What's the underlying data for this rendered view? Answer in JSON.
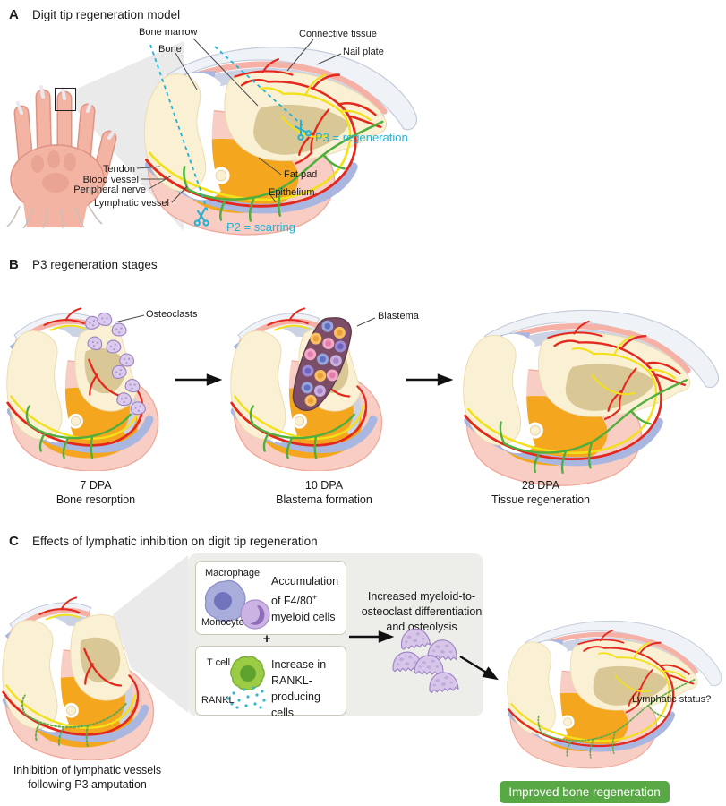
{
  "colors": {
    "cyan": "#1FB3D8",
    "red": "#E4281D",
    "yellow": "#F2E01A",
    "lymph_green": "#4FAE3E",
    "fat_pad_orange": "#F4A71E",
    "bone_cream": "#FAF0D3",
    "badge_green": "#58A846",
    "blastema_plum": "#7C4D66",
    "osteoclast_lavender": "#D9C9EC"
  },
  "icons": [
    "scissors-icon",
    "arrow-right-icon",
    "arrow-diagonal-icon",
    "magnifier-box"
  ],
  "panels": {
    "a": {
      "letter": "A",
      "title": "Digit tip regeneration model",
      "labels": {
        "bone_marrow": "Bone marrow",
        "bone": "Bone",
        "connective_tissue": "Connective tissue",
        "nail_plate": "Nail plate",
        "tendon": "Tendon",
        "blood_vessel": "Blood vessel",
        "peripheral_nerve": "Peripheral nerve",
        "lymphatic_vessel": "Lymphatic vessel",
        "fat_pad": "Fat pad",
        "epithelium": "Epithelium"
      },
      "amputation_levels": {
        "p3": "P3 = regeneration",
        "p2": "P2 = scarring"
      }
    },
    "b": {
      "letter": "B",
      "title": "P3 regeneration stages",
      "stages": [
        {
          "label": "Osteoclasts",
          "dpa": "7 DPA",
          "caption": "Bone resorption"
        },
        {
          "label": "Blastema",
          "dpa": "10 DPA",
          "caption": "Blastema formation"
        },
        {
          "dpa": "28 DPA",
          "caption": "Tissue regeneration"
        }
      ]
    },
    "c": {
      "letter": "C",
      "title": "Effects of lymphatic inhibition on digit tip regeneration",
      "left_caption": [
        "Inhibition of lymphatic vessels",
        "following P3 amputation"
      ],
      "box1": {
        "cell_top": "Macrophage",
        "cell_bottom": "Monocyte",
        "text": [
          "Accumulation",
          "of F4/80",
          "myeloid cells"
        ],
        "superscript": "+"
      },
      "plus": "+",
      "box2": {
        "cell_top": "T cell",
        "ligand": "RANKL",
        "text": [
          "Increase in",
          "RANKL-",
          "producing cells"
        ]
      },
      "outcome_text": [
        "Increased myeloid-to-",
        "osteoclast differentiation",
        "and osteolysis"
      ],
      "lymphatic_status": "Lymphatic status?",
      "badge": "Improved bone regeneration"
    }
  }
}
